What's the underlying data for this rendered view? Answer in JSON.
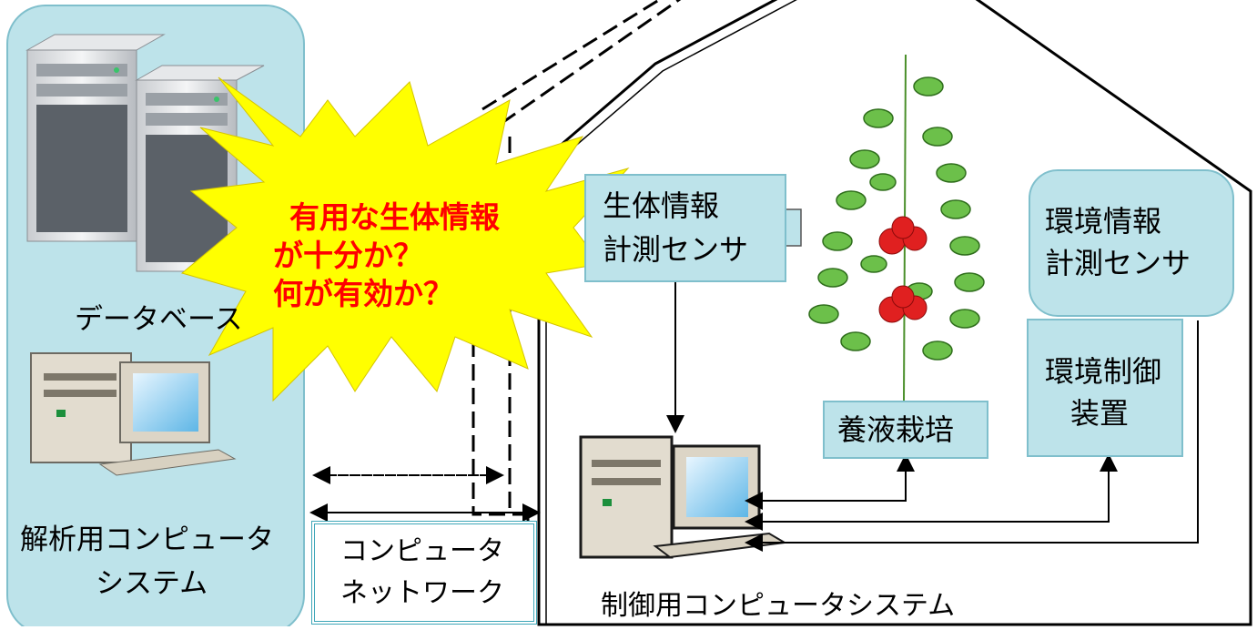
{
  "analysis_panel": {
    "database_label": "データベース",
    "system_label_line1": "解析用コンピュータ",
    "system_label_line2": "システム"
  },
  "alert_burst": {
    "line1": "有用な生体情報",
    "line2": "が十分か？",
    "line3": "何が有効か？"
  },
  "network_box": {
    "line1": "コンピュータ",
    "line2": "ネットワーク"
  },
  "greenhouse": {
    "bio_sensor_line1": "生体情報",
    "bio_sensor_line2": "計測センサ",
    "env_sensor_line1": "環境情報",
    "env_sensor_line2": "計測センサ",
    "env_control_line1": "環境制御",
    "env_control_line2": "装置",
    "hydroponics_label": "養液栽培",
    "control_system_label": "制御用コンピュータシステム"
  },
  "colors": {
    "panel_fill": "#bde3ea",
    "alert_fill": "#ffff00",
    "alert_text": "#ff0000"
  }
}
